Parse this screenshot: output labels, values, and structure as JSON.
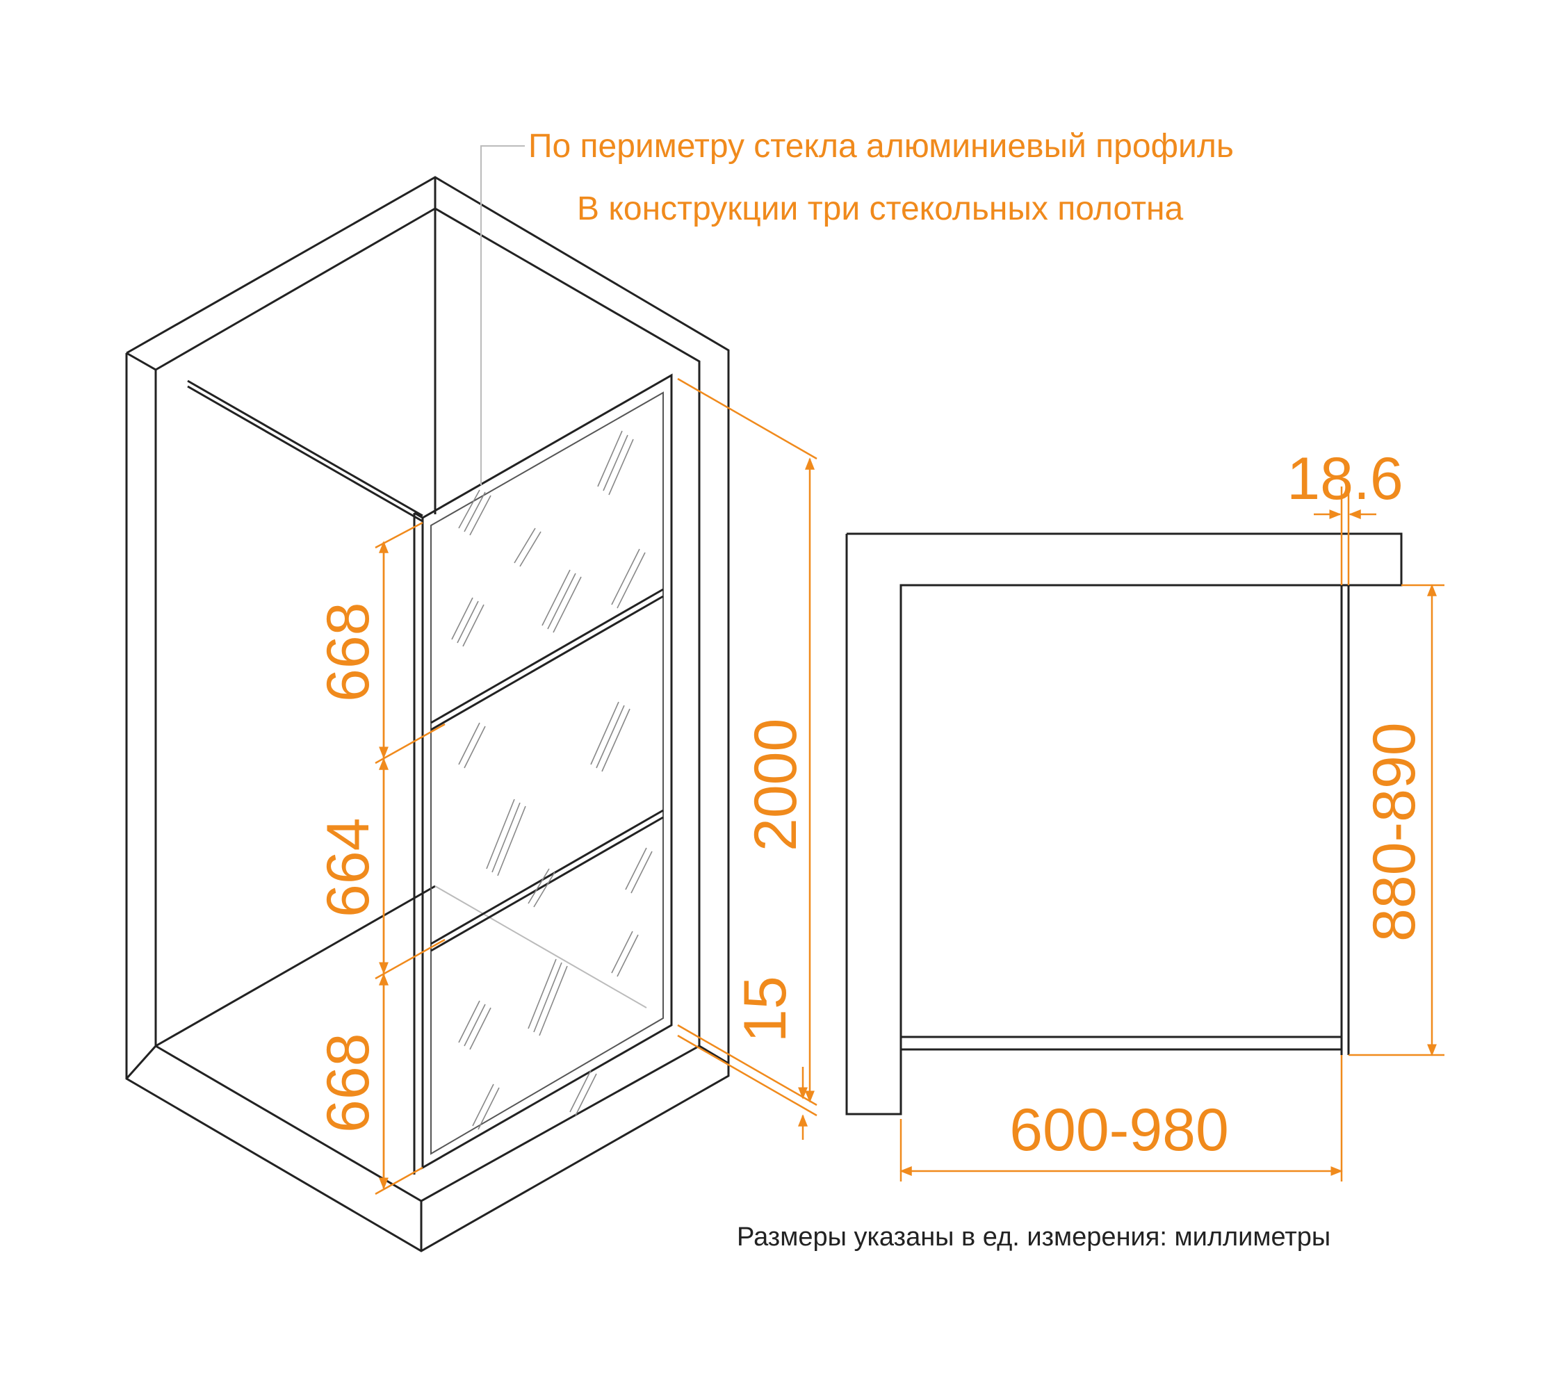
{
  "notes": {
    "profile": "По периметру стекла алюминиевый профиль",
    "panels": "В конструкции три стекольных полотна"
  },
  "dimensions": {
    "panel_top": "668",
    "panel_middle": "664",
    "panel_bottom": "668",
    "total_height": "2000",
    "bottom_gap": "15",
    "wall_profile": "18.6",
    "depth": "880-890",
    "width": "600-980"
  },
  "units_note": "Размеры указаны в ед. измерения: миллиметры",
  "colors": {
    "accent": "#f08a1c",
    "line": "#222222"
  }
}
